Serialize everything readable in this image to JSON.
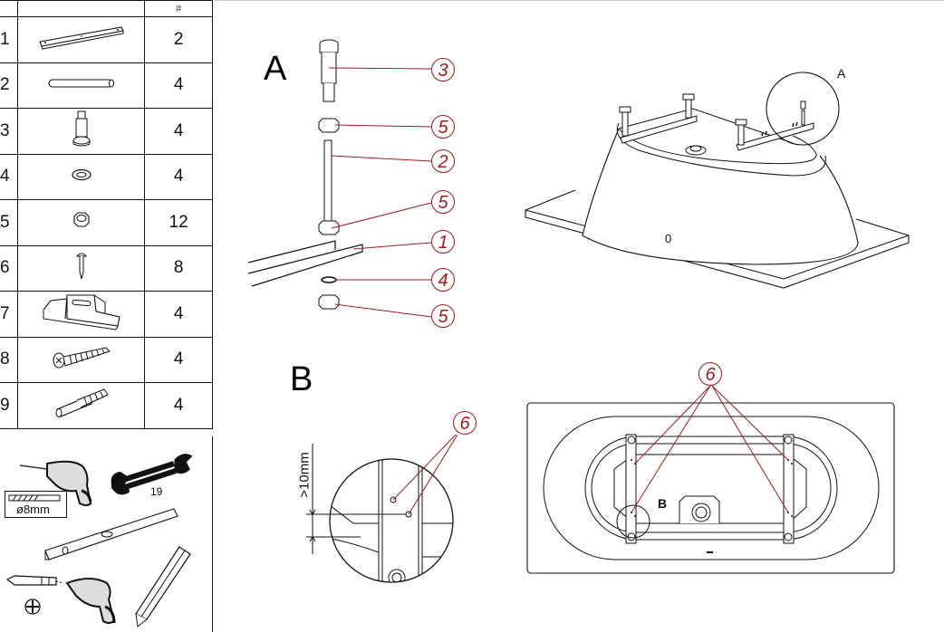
{
  "parts_table": {
    "header": {
      "index": "",
      "image": "",
      "quantity": "#"
    },
    "rows": [
      {
        "index": "1",
        "part": "mounting-rail",
        "quantity": "2"
      },
      {
        "index": "2",
        "part": "threaded-rod",
        "quantity": "4"
      },
      {
        "index": "3",
        "part": "adjustable-foot",
        "quantity": "4"
      },
      {
        "index": "4",
        "part": "washer",
        "quantity": "4"
      },
      {
        "index": "5",
        "part": "hex-nut",
        "quantity": "12"
      },
      {
        "index": "6",
        "part": "screw",
        "quantity": "8"
      },
      {
        "index": "7",
        "part": "wall-bracket",
        "quantity": "4"
      },
      {
        "index": "8",
        "part": "wood-screw",
        "quantity": "4"
      },
      {
        "index": "9",
        "part": "wall-plug",
        "quantity": "4"
      }
    ]
  },
  "tools": {
    "drill_bit_label": "ø8mm",
    "wrench_size": "19"
  },
  "detail_a": {
    "label": "A",
    "callouts": [
      "3",
      "5",
      "2",
      "5",
      "1",
      "4",
      "5"
    ]
  },
  "overview_a": {
    "zoom_label": "A",
    "mark": "0"
  },
  "detail_b": {
    "label": "B",
    "dimension": ">10mm",
    "callout": "6"
  },
  "overview_b": {
    "zoom_label": "B",
    "callout": "6"
  },
  "colors": {
    "callout": "#9b1c1c",
    "line": "#111111"
  }
}
